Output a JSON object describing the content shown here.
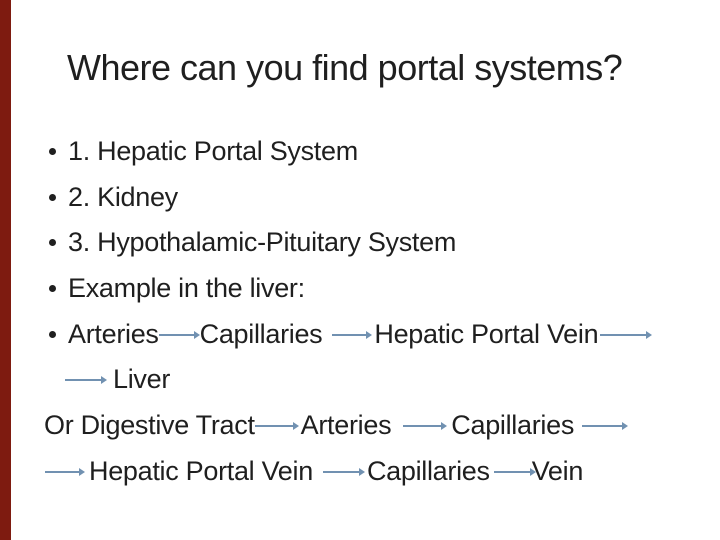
{
  "slide": {
    "title": "Where can you find portal systems?",
    "accent_bar_color": "#7E1B10",
    "arrow_color": "#7191B1",
    "text_color": "#1f1f1f",
    "bullet_items": [
      {
        "label": "1. Hepatic Portal System"
      },
      {
        "label": "2. Kidney"
      },
      {
        "label": "3. Hypothalamic-Pituitary System"
      },
      {
        "label": "Example in the liver:"
      }
    ],
    "flow_lines": [
      {
        "bulleted": true,
        "segments": [
          {
            "t": "text",
            "v": "Arteries"
          },
          {
            "t": "arrow",
            "w": 35,
            "ml": 0,
            "mr": 6
          },
          {
            "t": "text",
            "v": "Capillaries"
          },
          {
            "t": "arrow",
            "w": 34,
            "ml": 10,
            "mr": 8
          },
          {
            "t": "text",
            "v": "Hepatic Portal Vein"
          },
          {
            "t": "arrow",
            "w": 46,
            "ml": 2,
            "mr": 0
          }
        ]
      },
      {
        "bulleted": false,
        "segments": [
          {
            "t": "arrow",
            "w": 36,
            "ml": 0,
            "mr": 12
          },
          {
            "t": "text",
            "v": "Liver"
          }
        ]
      },
      {
        "bulleted": false,
        "segments": [
          {
            "t": "text",
            "v": "Or Digestive Tract"
          },
          {
            "t": "arrow",
            "w": 38,
            "ml": 0,
            "mr": 8
          },
          {
            "t": "text",
            "v": "Arteries"
          },
          {
            "t": "arrow",
            "w": 38,
            "ml": 12,
            "mr": 10
          },
          {
            "t": "text",
            "v": "Capillaries"
          },
          {
            "t": "arrow",
            "w": 40,
            "ml": 8,
            "mr": 0
          }
        ]
      },
      {
        "bulleted": false,
        "segments": [
          {
            "t": "arrow",
            "w": 34,
            "ml": 0,
            "mr": 10
          },
          {
            "t": "text",
            "v": "Hepatic Portal Vein"
          },
          {
            "t": "arrow",
            "w": 36,
            "ml": 10,
            "mr": 8
          },
          {
            "t": "text",
            "v": "Capillaries"
          },
          {
            "t": "arrow",
            "w": 36,
            "ml": 4,
            "mr": 2
          },
          {
            "t": "text",
            "v": "Vein"
          }
        ]
      }
    ]
  }
}
